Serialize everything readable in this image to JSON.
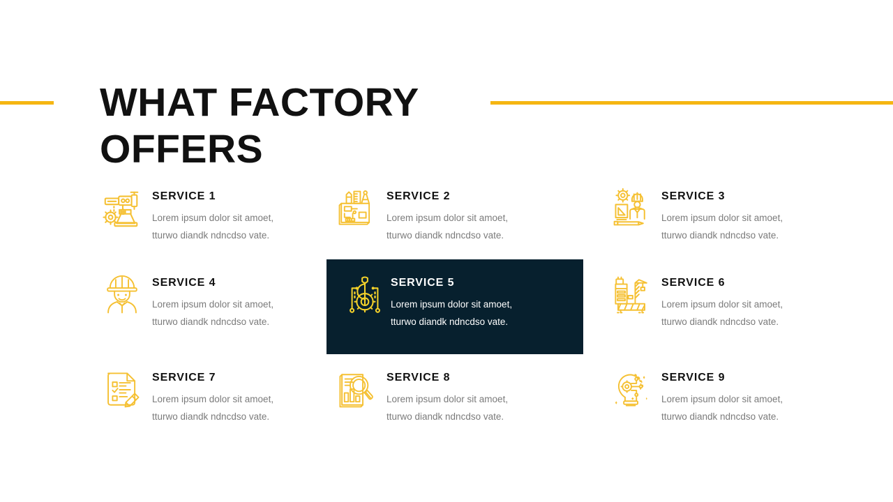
{
  "slide": {
    "title": "WHAT FACTORY\nOFFERS",
    "background_color": "#ffffff",
    "accent_color": "#F5B612",
    "highlight_card_color": "#07202E",
    "title_color": "#111111",
    "body_text_color": "#7b7b7b"
  },
  "services": [
    {
      "title": "SERVICE 1",
      "description": "Lorem ipsum dolor sit amoet,\ntturwo diandk ndncdso vate.",
      "icon": "robotic-arm-icon",
      "highlighted": false
    },
    {
      "title": "SERVICE 2",
      "description": "Lorem ipsum dolor sit amoet,\ntturwo diandk ndncdso vate.",
      "icon": "blueprint-drafting-icon",
      "highlighted": false
    },
    {
      "title": "SERVICE 3",
      "description": "Lorem ipsum dolor sit amoet,\ntturwo diandk ndncdso vate.",
      "icon": "engineer-blueprint-icon",
      "highlighted": false
    },
    {
      "title": "SERVICE 4",
      "description": "Lorem ipsum dolor sit amoet,\ntturwo diandk ndncdso vate.",
      "icon": "worker-hardhat-icon",
      "highlighted": false
    },
    {
      "title": "SERVICE 5",
      "description": "Lorem ipsum dolor sit amoet,\ntturwo diandk ndncdso vate.",
      "icon": "gear-wrench-circuit-icon",
      "highlighted": true
    },
    {
      "title": "SERVICE 6",
      "description": "Lorem ipsum dolor sit amoet,\ntturwo diandk ndncdso vate.",
      "icon": "construction-crane-icon",
      "highlighted": false
    },
    {
      "title": "SERVICE 7",
      "description": "Lorem ipsum dolor sit amoet,\ntturwo diandk ndncdso vate.",
      "icon": "checklist-pencil-icon",
      "highlighted": false
    },
    {
      "title": "SERVICE 8",
      "description": "Lorem ipsum dolor sit amoet,\ntturwo diandk ndncdso vate.",
      "icon": "chart-magnifier-icon",
      "highlighted": false
    },
    {
      "title": "SERVICE 9",
      "description": "Lorem ipsum dolor sit amoet,\ntturwo diandk ndncdso vate.",
      "icon": "lightbulb-circuit-icon",
      "highlighted": false
    }
  ]
}
